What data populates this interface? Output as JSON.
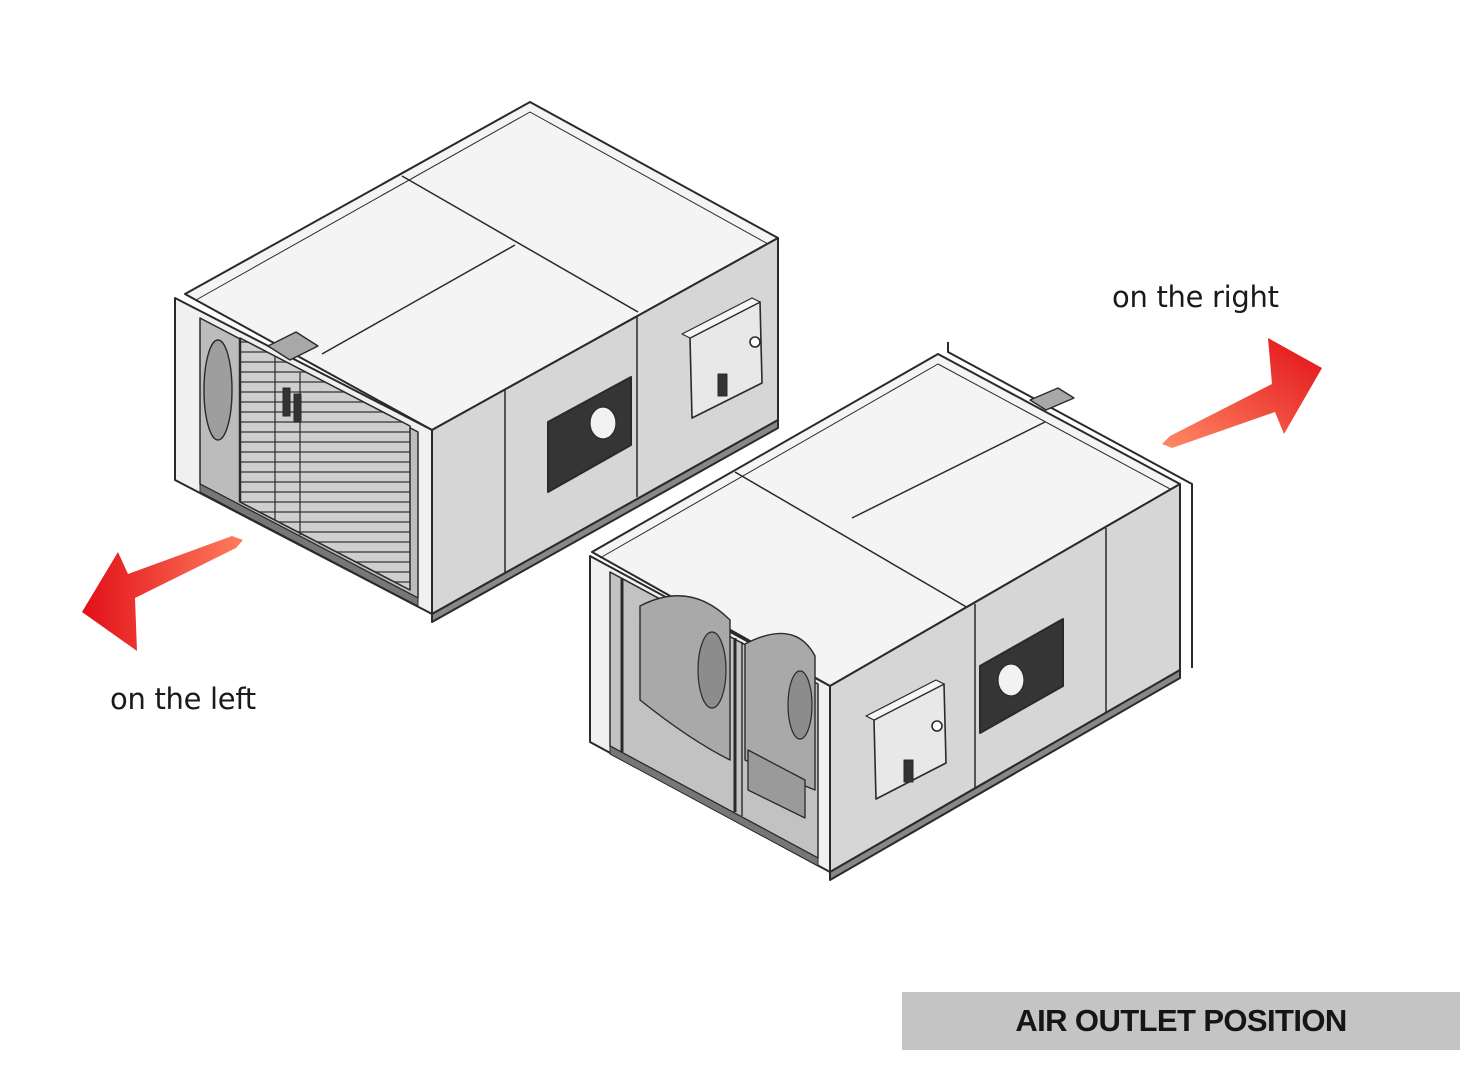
{
  "labels": {
    "left": "on the left",
    "right": "on the right"
  },
  "title": "AIR OUTLET POSITION",
  "colors": {
    "arrow": "#e8121b",
    "arrow_highlight": "#ff7a5c",
    "panel": "#d3d3d3",
    "panel_light": "#e4e4e4",
    "top_panel": "#f4f4f4",
    "outline": "#2a2a2a",
    "dark_plate": "#353535",
    "title_bar": "#c4c4c4"
  },
  "icons": {
    "arrow_left": "arrow-left-down-icon",
    "arrow_right": "arrow-right-up-icon"
  }
}
